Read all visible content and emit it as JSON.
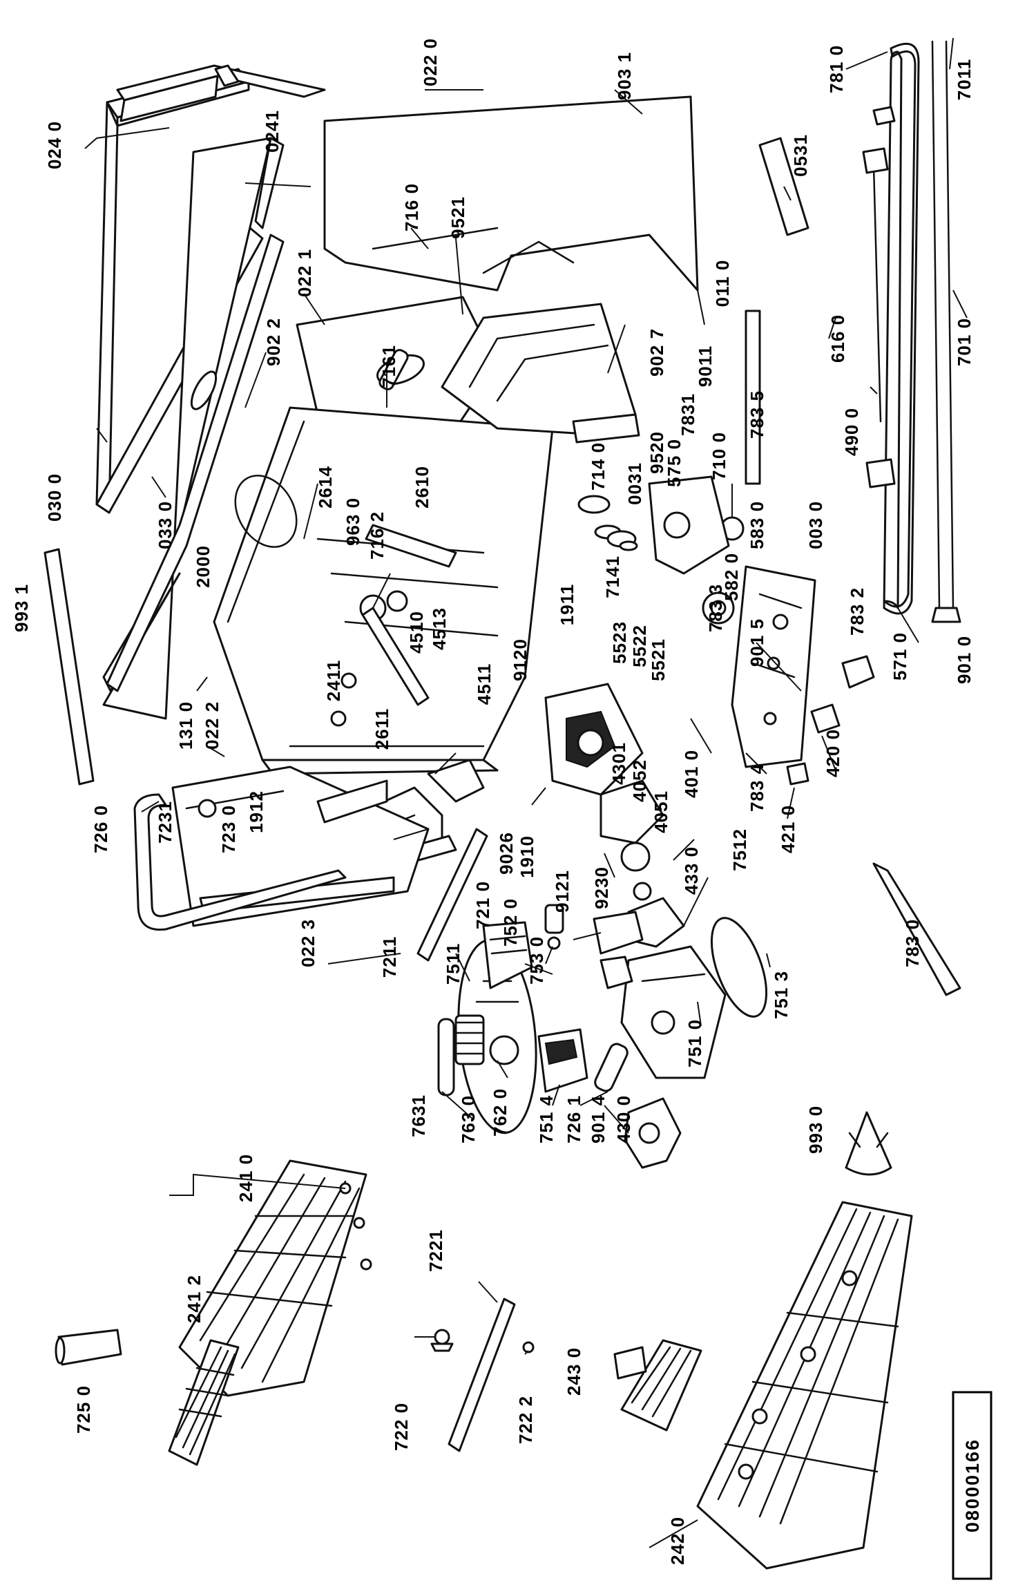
{
  "diagram": {
    "drawing_number": "08000166",
    "part_labels": [
      "024 0",
      "0241",
      "022 0",
      "903 1",
      "781 0",
      "7011",
      "716 0",
      "9521",
      "0531",
      "011 0",
      "022 1",
      "902 2",
      "7161",
      "902 7",
      "616 0",
      "7831",
      "9011",
      "783 5",
      "701 0",
      "490 0",
      "030 0",
      "033 0",
      "2614",
      "963 0",
      "716 2",
      "2610",
      "9520",
      "0031",
      "575 0",
      "714 0",
      "710 0",
      "003 0",
      "583 0",
      "2000",
      "7141",
      "582 0",
      "4510",
      "4513",
      "1911",
      "9120",
      "5523",
      "5522",
      "5521",
      "783 3",
      "901 5",
      "783 2",
      "571 0",
      "901 0",
      "993 1",
      "2411",
      "4511",
      "131 0",
      "022 2",
      "2611",
      "401 0",
      "4301",
      "4052",
      "4051",
      "433 0",
      "7512",
      "783 4",
      "421 0",
      "420 0",
      "726 0",
      "7231",
      "723 0",
      "1912",
      "9026",
      "1910",
      "9230",
      "9121",
      "721 0",
      "752 0",
      "783 0",
      "022 3",
      "7211",
      "7511",
      "753 0",
      "751 3",
      "7631",
      "763 0",
      "762 0",
      "751 4",
      "726 1",
      "901 4",
      "430 0",
      "751 0",
      "993 0",
      "241 0",
      "241 2",
      "7221",
      "725 0",
      "722 0",
      "722 2",
      "243 0",
      "242 0"
    ]
  }
}
